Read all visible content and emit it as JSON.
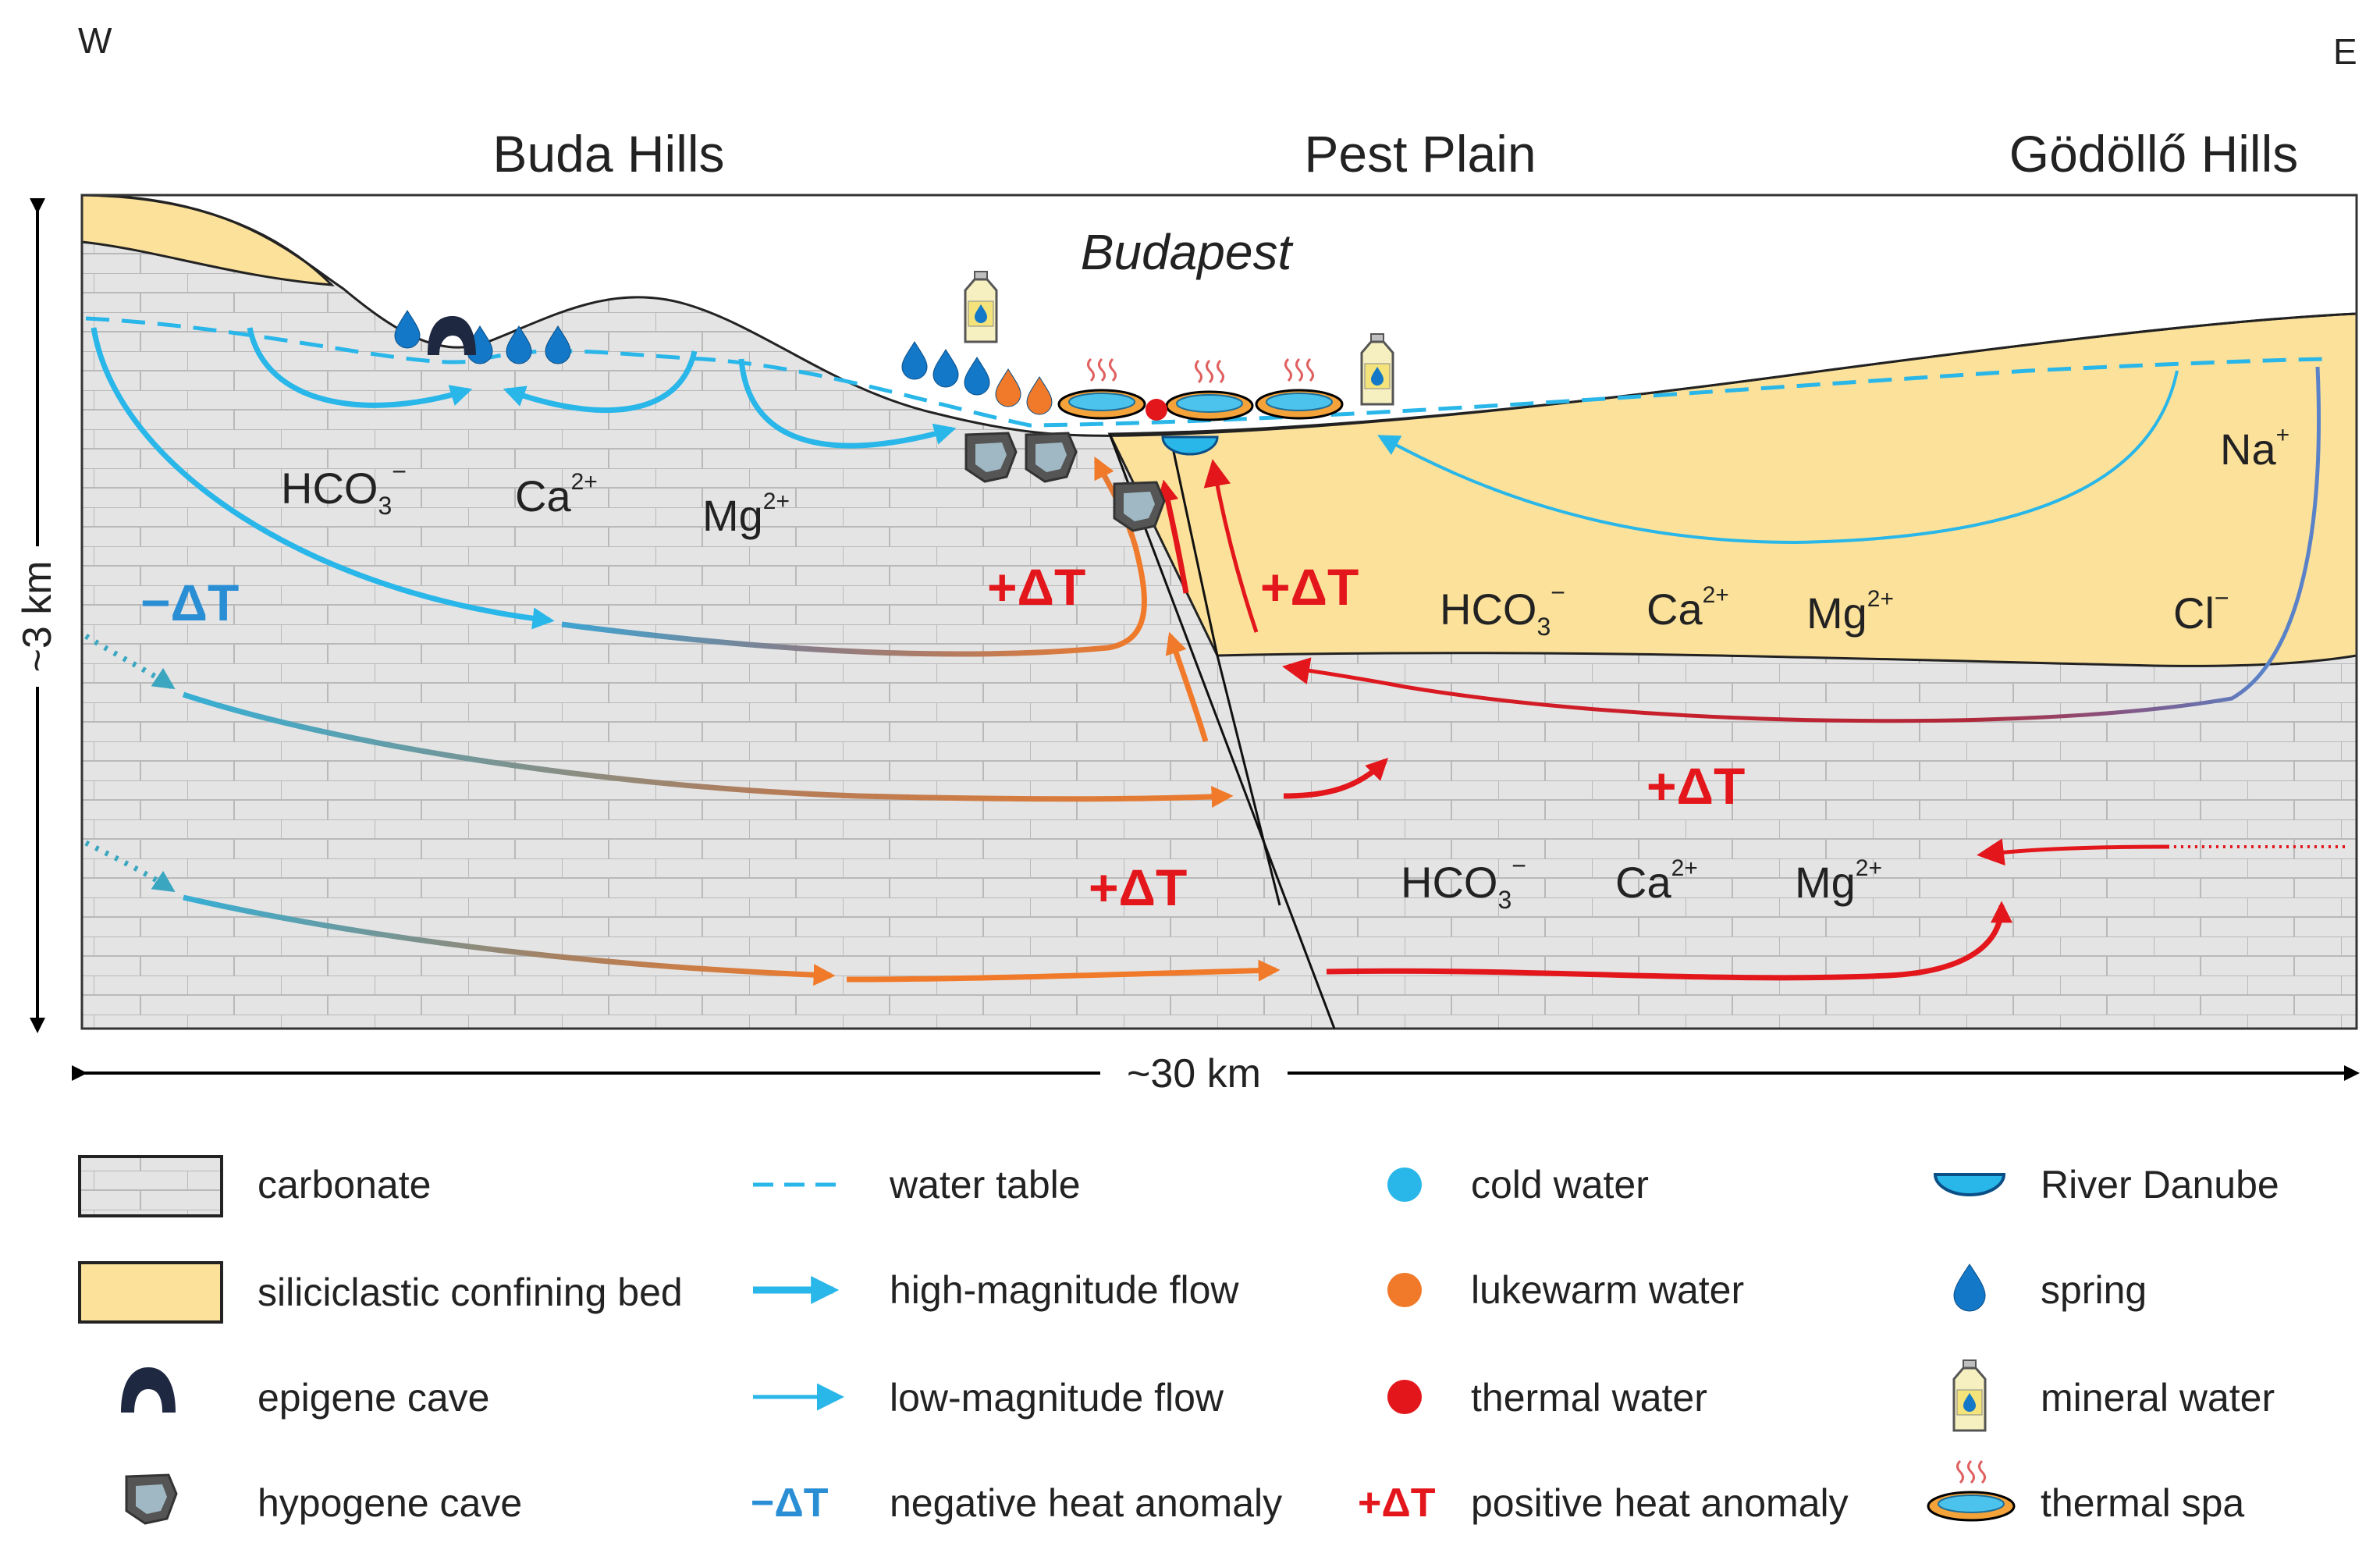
{
  "compass": {
    "west": "W",
    "east": "E"
  },
  "regions": {
    "buda": "Buda Hills",
    "pest": "Pest Plain",
    "godollo": "Gödöllő Hills"
  },
  "city": "Budapest",
  "scale": {
    "depth": "~3 km",
    "width": "~30 km"
  },
  "heat": {
    "negative": "−ΔT",
    "positive": "+ΔT"
  },
  "ions": {
    "hco3_base": "HCO",
    "hco3_sub": "3",
    "hco3_sup": "−",
    "ca_base": "Ca",
    "ca_sup": "2+",
    "mg_base": "Mg",
    "mg_sup": "2+",
    "na_base": "Na",
    "na_sup": "+",
    "cl_base": "Cl",
    "cl_sup": "−"
  },
  "legend": {
    "carbonate": "carbonate",
    "siliciclastic": "siliciclastic confining bed",
    "epigene_cave": "epigene cave",
    "hypogene_cave": "hypogene cave",
    "water_table": "water table",
    "high_flow": "high-magnitude flow",
    "low_flow": "low-magnitude flow",
    "neg_anomaly": "negative heat anomaly",
    "cold_water": "cold water",
    "lukewarm_water": "lukewarm water",
    "thermal_water": "thermal water",
    "pos_anomaly": "positive heat anomaly",
    "danube": "River Danube",
    "spring": "spring",
    "mineral_water": "mineral water",
    "thermal_spa": "thermal spa",
    "neg_symbol": "−ΔT",
    "pos_symbol": "+ΔT"
  },
  "colors": {
    "cold": "#29b6e8",
    "lukewarm": "#f07a2a",
    "thermal": "#e3161b",
    "sand": "#fbe19a",
    "carbonate": "#e4e4e4",
    "spring": "#1478c8"
  }
}
